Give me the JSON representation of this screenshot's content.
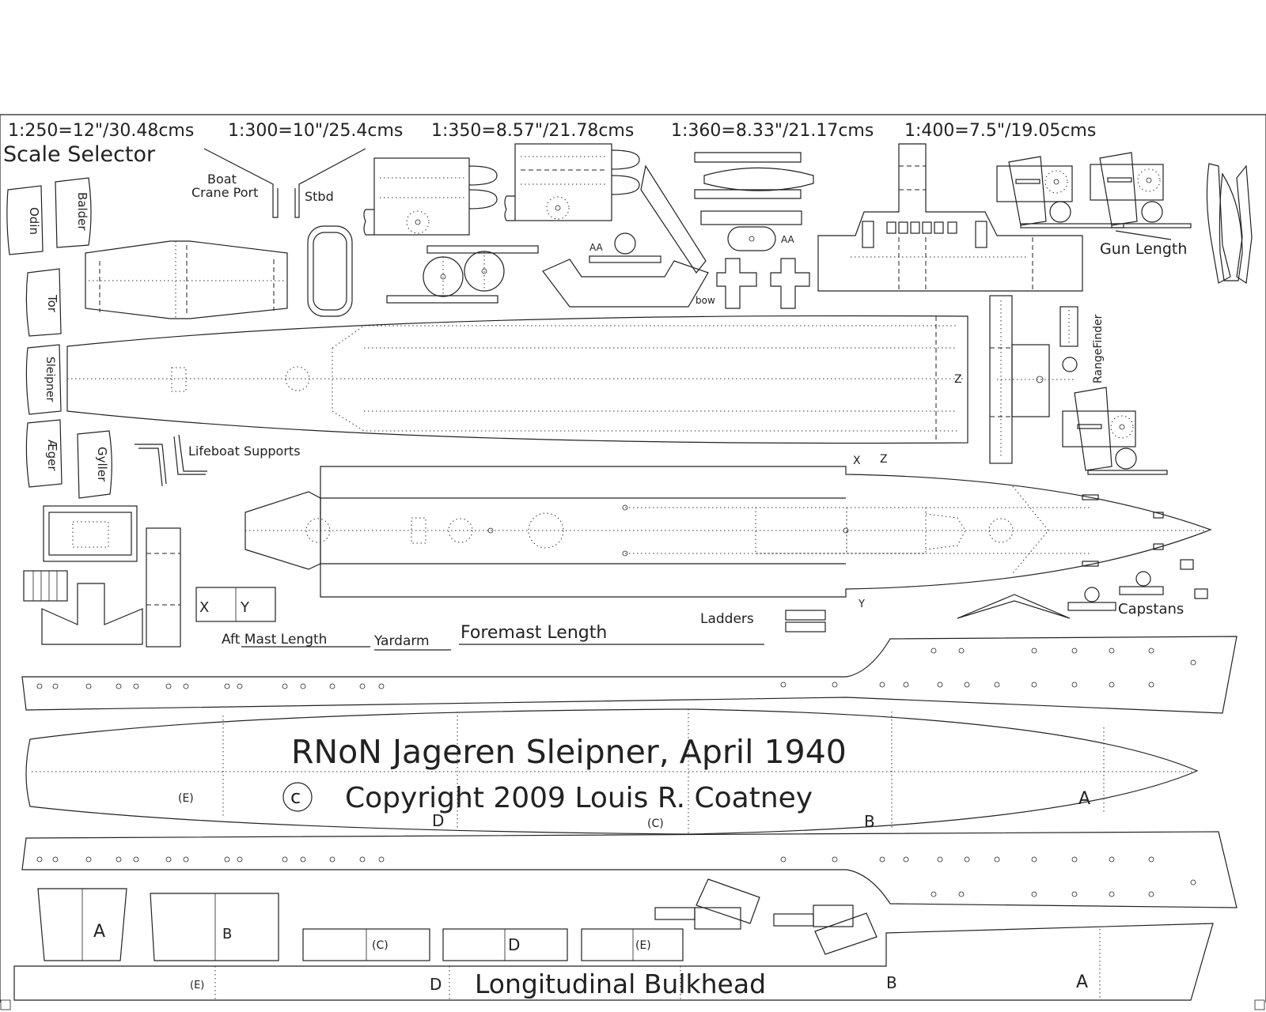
{
  "scales": [
    "1:250=12\"/30.48cms",
    "1:300=10\"/25.4cms",
    "1:350=8.57\"/21.78cms",
    "1:360=8.33\"/21.17cms",
    "1:400=7.5\"/19.05cms"
  ],
  "scale_selector": "Scale Selector",
  "boat_crane": {
    "line1": "Boat",
    "line2": "Crane Port",
    "stbd": "Stbd"
  },
  "boats": [
    "Odin",
    "Balder",
    "Tor",
    "Sleipner",
    "Æger",
    "Gyller"
  ],
  "aa": "AA",
  "bow": "bow",
  "gun_length": "Gun Length",
  "rangefinder": "RangeFinder",
  "z": "Z",
  "x": "X",
  "y": "Y",
  "lifeboat_supports": "Lifeboat Supports",
  "ladders": "Ladders",
  "capstans": "Capstans",
  "aft_mast": "Aft Mast Length",
  "yardarm": "Yardarm",
  "foremast": "Foremast Length",
  "title": "RNoN Jageren Sleipner, April 1940",
  "copyright_symbol": "c",
  "copyright": "Copyright   2009   Louis R. Coatney",
  "sections": {
    "a": "A",
    "b": "B",
    "c": "(C)",
    "d": "D",
    "e": "(E)"
  },
  "bulkhead": "Longitudinal   Bulkhead"
}
